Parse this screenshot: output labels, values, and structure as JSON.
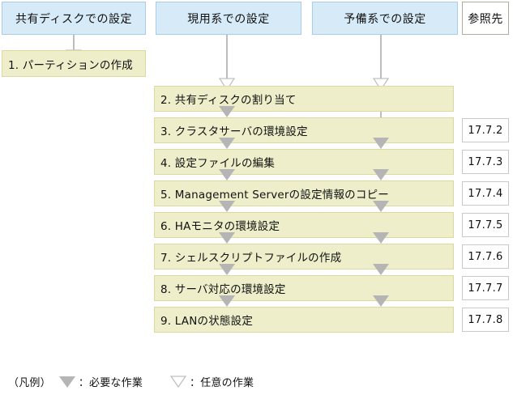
{
  "columns": {
    "shared_disk": "共有ディスクでの設定",
    "active": "現用系での設定",
    "standby": "予備系での設定",
    "reference": "参照先"
  },
  "shared_step": {
    "label": "1. パーティションの作成"
  },
  "steps": [
    {
      "label": "2. 共有ディスクの割り当て",
      "ref": "",
      "active_arrow": "hollow",
      "standby_arrow": "hollow"
    },
    {
      "label": "3. クラスタサーバの環境設定",
      "ref": "17.7.2",
      "active_arrow": "filled",
      "standby_arrow": "line"
    },
    {
      "label": "4. 設定ファイルの編集",
      "ref": "17.7.3",
      "active_arrow": "filled",
      "standby_arrow": "filled"
    },
    {
      "label": "5. Management Serverの設定情報のコピー",
      "ref": "17.7.4",
      "active_arrow": "filled",
      "standby_arrow": "filled"
    },
    {
      "label": "6. HAモニタの環境設定",
      "ref": "17.7.5",
      "active_arrow": "filled",
      "standby_arrow": "filled"
    },
    {
      "label": "7. シェルスクリプトファイルの作成",
      "ref": "17.7.6",
      "active_arrow": "filled",
      "standby_arrow": "filled"
    },
    {
      "label": "8. サーバ対応の環境設定",
      "ref": "17.7.7",
      "active_arrow": "filled",
      "standby_arrow": "filled"
    },
    {
      "label": "9. LANの状態設定",
      "ref": "17.7.8",
      "active_arrow": "filled",
      "standby_arrow": "filled"
    }
  ],
  "legend": {
    "title": "（凡例）",
    "required": "：必要な作業",
    "optional": "：任意の作業"
  },
  "colors": {
    "header_fill": "#d6eaf8",
    "header_border": "#a8cde8",
    "step_fill": "#eeeecb",
    "step_border": "#d9d9a0",
    "arrow": "#b5b5b5",
    "line": "#bdbdbd",
    "ref_border": "#c9c9c9"
  }
}
